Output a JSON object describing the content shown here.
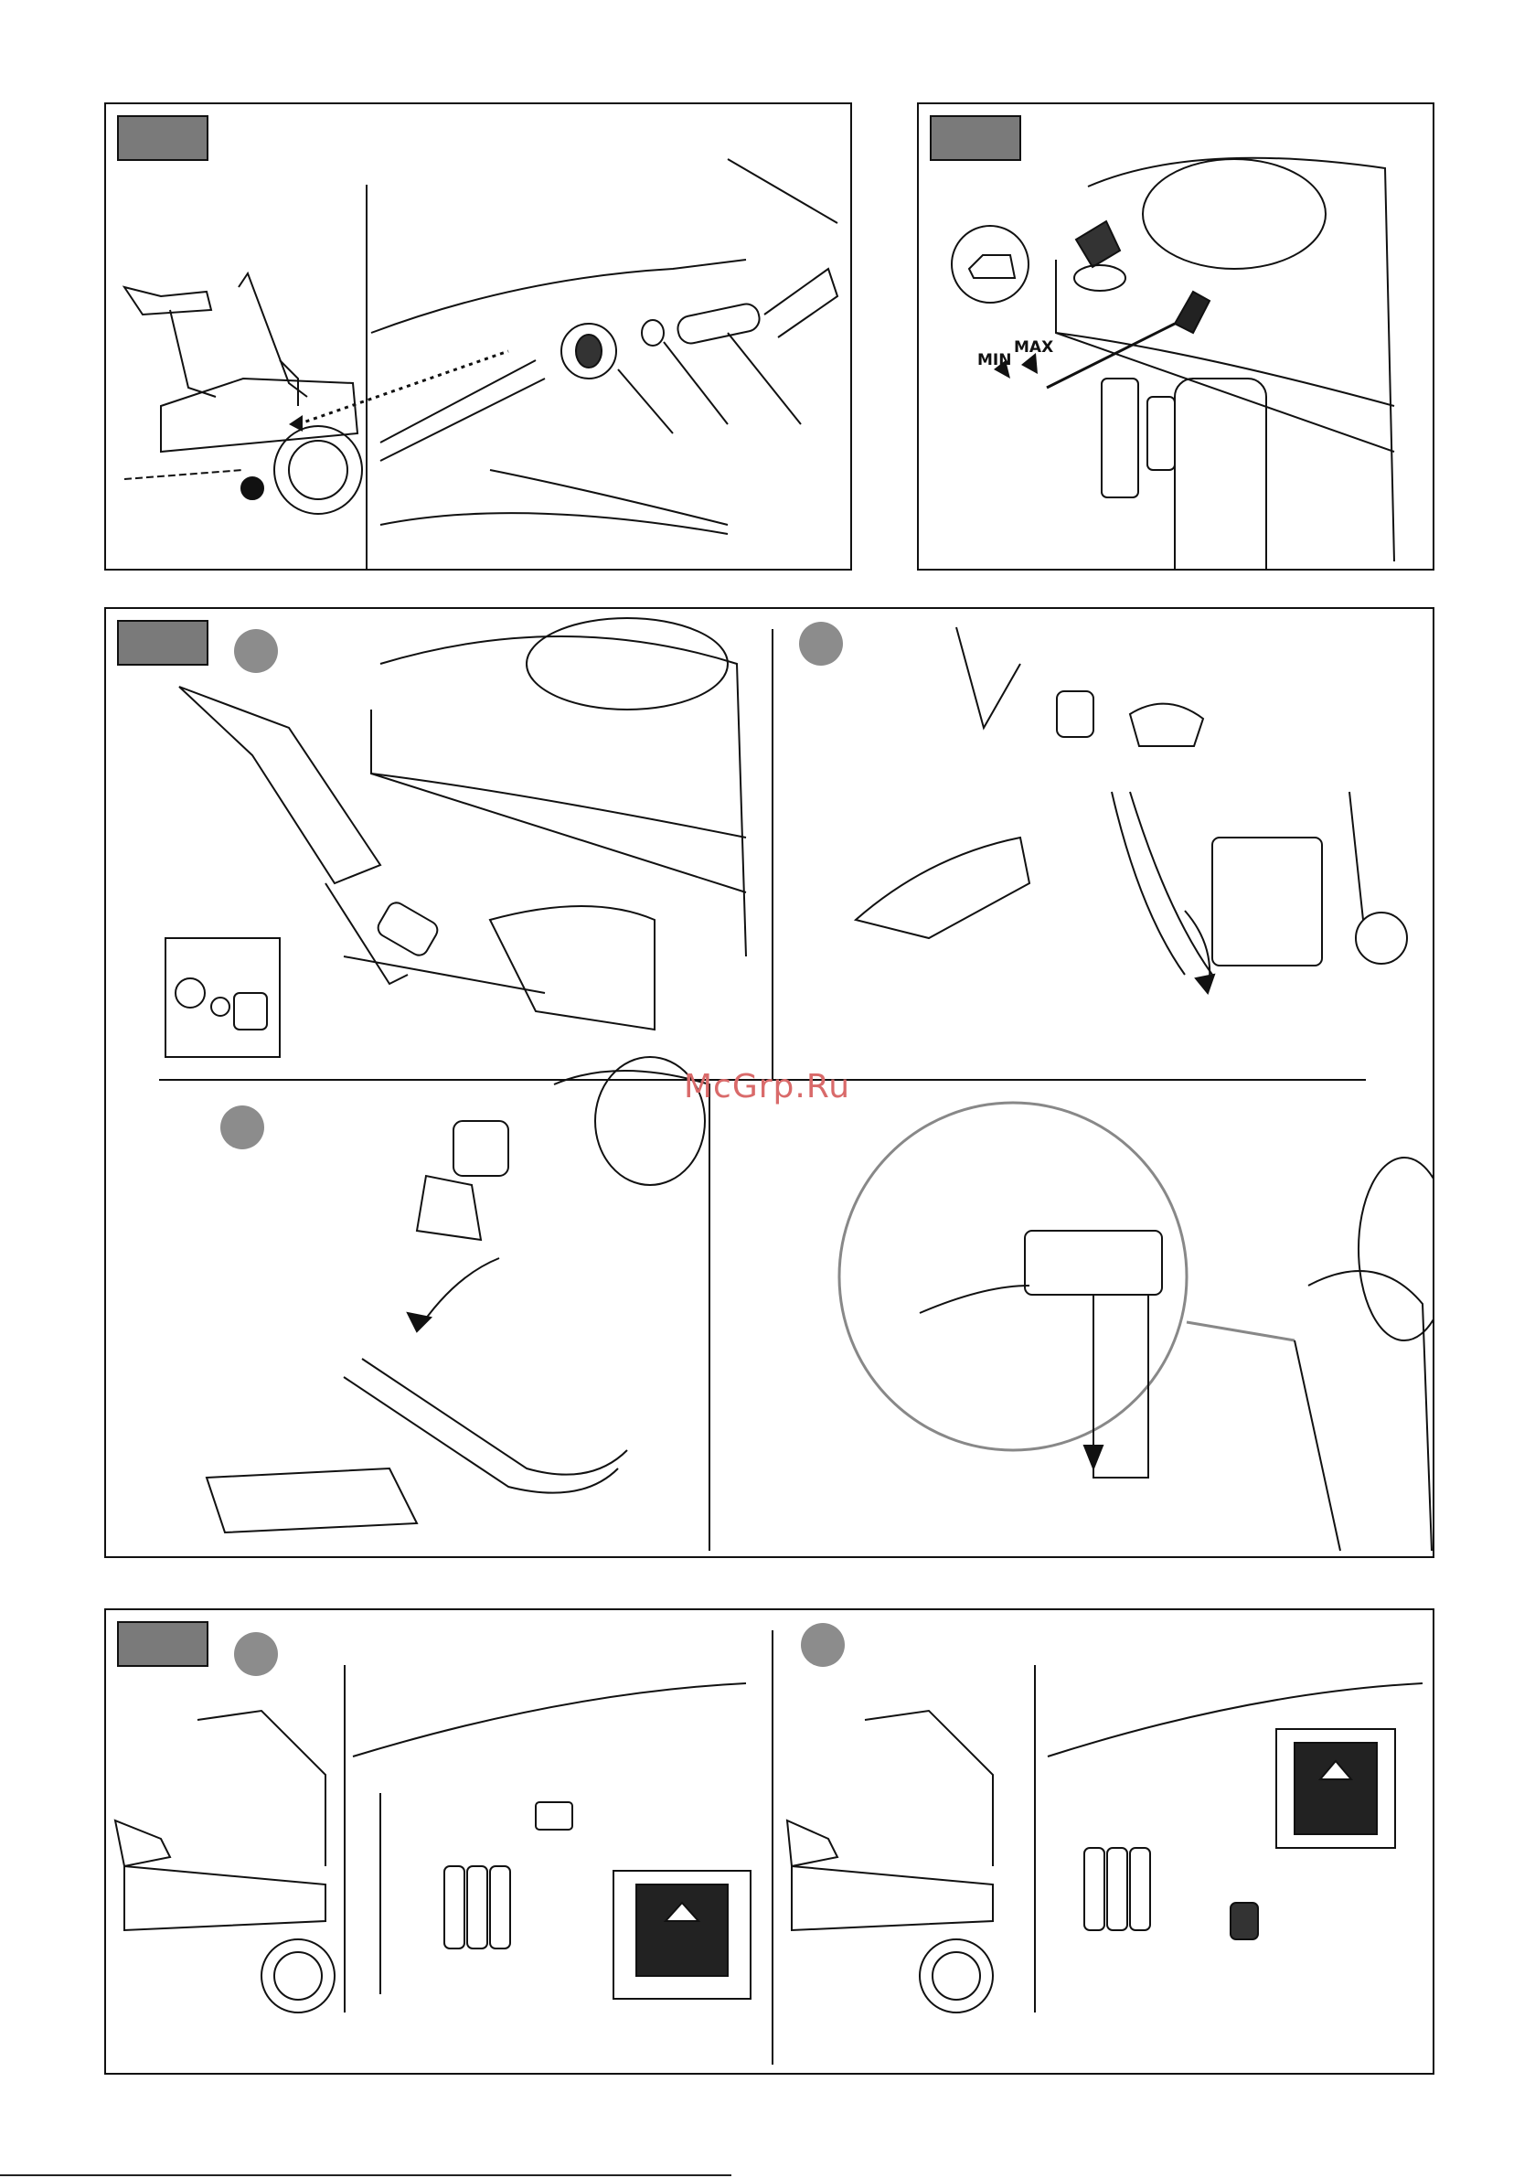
{
  "watermark": "McGrp.Ru",
  "panel_b": {
    "min_label": "MIN",
    "max_label": "MAX"
  },
  "icons": [
    "oil-can-icon",
    "battery-icon"
  ]
}
